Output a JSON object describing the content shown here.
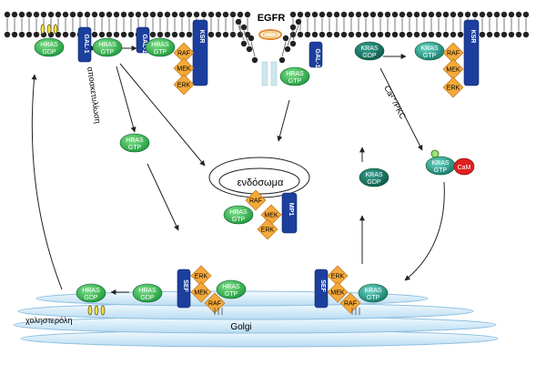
{
  "labels": {
    "egfr": "EGFR",
    "endosome": "ενδόσωμα",
    "golgi": "Golgi",
    "depalmitoylation": "αποακετυλίωση",
    "ca_pkc": "Ca²⁺/PKC",
    "cholesterol": "χοληστερόλη"
  },
  "proteins": {
    "hras": "HRAS",
    "kras": "KRAS",
    "gdp": "GDP",
    "gtp": "GTP",
    "raf": "RAF",
    "mek": "MEK",
    "erk": "ERK",
    "ksr": "KSR",
    "gal1": "GAL-1",
    "mp1": "MP1",
    "sef": "SEF",
    "cam": "CaM"
  },
  "colors": {
    "ras_green": "#2fb34a",
    "ras_teal": "#1f9a86",
    "ras_dark_teal": "#0f6e5e",
    "kinase_orange": "#f4a93a",
    "scaffold_blue": "#1c3f9e",
    "cam_red": "#e02020",
    "golgi_blue": "#d8ecf8"
  }
}
